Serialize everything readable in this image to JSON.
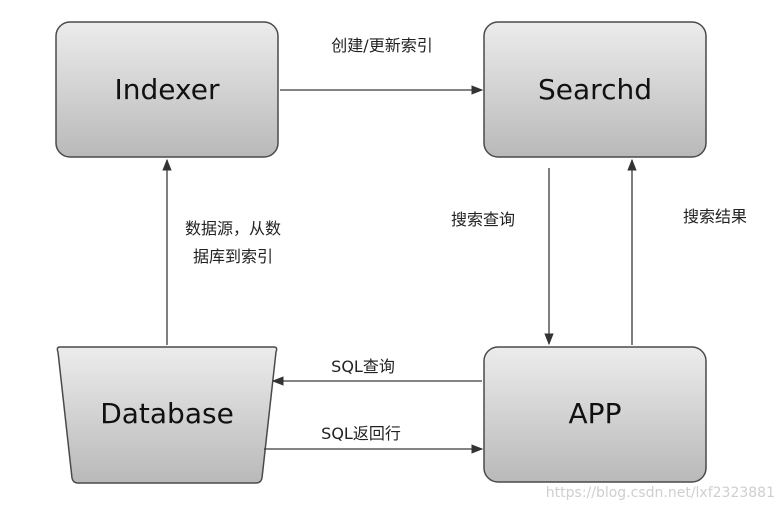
{
  "nodes": {
    "indexer": "Indexer",
    "searchd": "Searchd",
    "database": "Database",
    "app": "APP"
  },
  "edges": {
    "indexer_to_searchd": "创建/更新索引",
    "database_to_indexer_line1": "数据源，从数",
    "database_to_indexer_line2": "据库到索引",
    "searchd_to_app": "搜索查询",
    "app_to_searchd": "搜索结果",
    "app_to_database": "SQL查询",
    "database_to_app": "SQL返回行"
  },
  "watermark": "https://blog.csdn.net/lxf2323881",
  "colors": {
    "box_fill_light": "#e8e8e8",
    "box_fill_dark": "#b8b8b8",
    "box_stroke": "#4a4a4a",
    "line": "#3a3a3a"
  }
}
